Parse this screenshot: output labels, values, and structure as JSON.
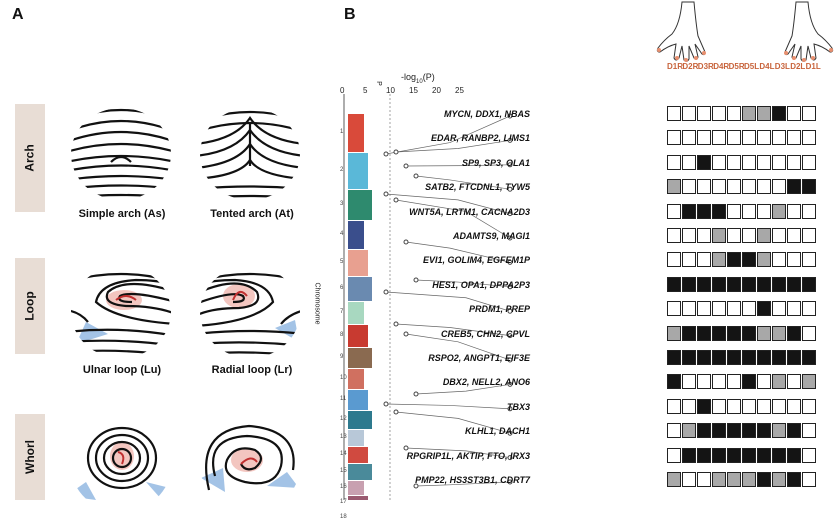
{
  "panelA": {
    "letter": "A",
    "categories": [
      "Arch",
      "Loop",
      "Whorl"
    ],
    "patterns": [
      {
        "label": "Simple arch (As)"
      },
      {
        "label": "Tented arch (At)"
      },
      {
        "label": "Ulnar loop (Lu)"
      },
      {
        "label": "Radial loop (Lr)"
      }
    ]
  },
  "panelB": {
    "letter": "B",
    "axis": {
      "title": "-log",
      "sub": "10",
      "paren": "(P)",
      "ticks": [
        "0",
        "5",
        "10",
        "15",
        "20",
        "25"
      ],
      "threshold": "P",
      "ylabel": "Chromosome"
    },
    "chromosomes": [
      "1",
      "2",
      "3",
      "4",
      "5",
      "6",
      "7",
      "8",
      "9",
      "10",
      "11",
      "12",
      "13",
      "14",
      "15",
      "16",
      "17",
      "18"
    ],
    "digits": [
      "D1R",
      "D2R",
      "D3R",
      "D4R",
      "D5R",
      "D5L",
      "D4L",
      "D3L",
      "D2L",
      "D1L"
    ],
    "genes": [
      "MYCN, DDX1, NBAS",
      "EDAR, RANBP2, LIMS1",
      "SP9, SP3, OLA1",
      "SATB2, FTCDNL1, TYW5",
      "WNT5A, LRTM1, CACNA2D3",
      "ADAMTS9, MAGI1",
      "EVI1, GOLIM4, EGFEM1P",
      "HES1, OPA1, DPPA2P3",
      "PRDM1, PREP",
      "CREB5, CHN2, CPVL",
      "RSPO2, ANGPT1, EIF3E",
      "DBX2, NELL2, ANO6",
      "TBX3",
      "KLHL1, DACH1",
      "RPGRIP1L, AKTIP, FTO, IRX3",
      "PMP22, HS3ST3B1, CDRT7"
    ],
    "grid": [
      [
        0,
        0,
        0,
        0,
        0,
        1,
        1,
        2,
        0,
        0
      ],
      [
        0,
        0,
        0,
        0,
        0,
        0,
        0,
        0,
        0,
        0
      ],
      [
        0,
        0,
        2,
        0,
        0,
        0,
        0,
        0,
        0,
        0
      ],
      [
        1,
        0,
        0,
        0,
        0,
        0,
        0,
        0,
        2,
        2
      ],
      [
        0,
        2,
        2,
        2,
        0,
        0,
        0,
        1,
        0,
        0
      ],
      [
        0,
        0,
        0,
        1,
        0,
        0,
        1,
        0,
        0,
        0
      ],
      [
        0,
        0,
        0,
        1,
        2,
        2,
        1,
        0,
        0,
        0
      ],
      [
        2,
        2,
        2,
        2,
        2,
        2,
        2,
        2,
        2,
        2
      ],
      [
        0,
        0,
        0,
        0,
        0,
        0,
        2,
        0,
        0,
        0
      ],
      [
        1,
        2,
        2,
        2,
        2,
        2,
        1,
        1,
        2,
        0
      ],
      [
        2,
        2,
        2,
        2,
        2,
        2,
        2,
        2,
        2,
        2
      ],
      [
        2,
        0,
        0,
        0,
        0,
        2,
        0,
        1,
        0,
        1
      ],
      [
        0,
        0,
        2,
        0,
        0,
        0,
        0,
        0,
        0,
        0
      ],
      [
        0,
        1,
        2,
        2,
        2,
        2,
        2,
        1,
        2,
        0
      ],
      [
        0,
        2,
        2,
        2,
        2,
        2,
        2,
        2,
        2,
        0
      ],
      [
        1,
        0,
        0,
        1,
        1,
        1,
        2,
        1,
        2,
        0
      ]
    ],
    "colors": {
      "white": "#ffffff",
      "grey": "#a8a8a8",
      "black": "#141414"
    }
  }
}
